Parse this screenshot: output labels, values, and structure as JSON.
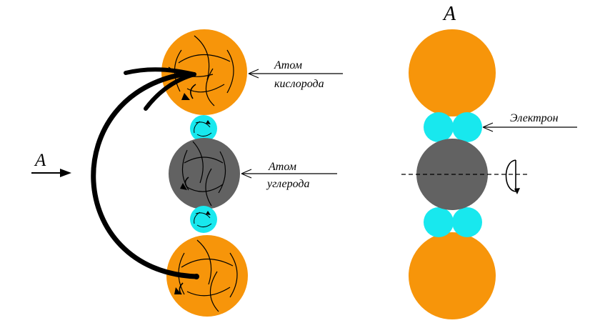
{
  "labels": {
    "view_arrow": "A",
    "view_title": "A",
    "oxygen_line1": "Атом",
    "oxygen_line2": "кислорода",
    "carbon_line1": "Атом",
    "carbon_line2": "углерода",
    "electron": "Электрон"
  },
  "colors": {
    "oxygen": "#f7950a",
    "carbon": "#626262",
    "electron": "#18e8ee",
    "stroke": "#000000"
  },
  "icons": [
    "curved-rotation-arrow",
    "view-direction-arrow",
    "rotation-axis-icon"
  ]
}
